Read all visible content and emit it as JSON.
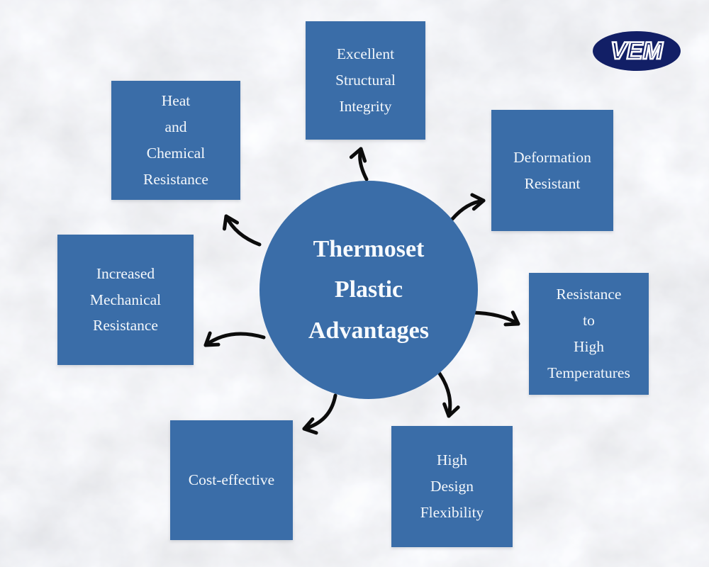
{
  "center": {
    "label": "Thermoset\nPlastic\nAdvantages"
  },
  "nodes": [
    {
      "id": "excellent-structural-integrity",
      "label": "Excellent\nStructural\nIntegrity"
    },
    {
      "id": "deformation-resistant",
      "label": "Deformation\nResistant"
    },
    {
      "id": "resistance-to-high-temperatures",
      "label": "Resistance\nto\nHigh\nTemperatures"
    },
    {
      "id": "high-design-flexibility",
      "label": "High\nDesign\nFlexibility"
    },
    {
      "id": "cost-effective",
      "label": "Cost-effective"
    },
    {
      "id": "increased-mechanical-resistance",
      "label": "Increased\nMechanical\nResistance"
    },
    {
      "id": "heat-and-chemical-resistance",
      "label": "Heat\nand\nChemical\nResistance"
    }
  ],
  "logo": {
    "text": "VEM"
  },
  "colors": {
    "node_blue": "#3a6da8",
    "logo_navy": "#121f66",
    "arrow_black": "#0c0c0c",
    "label_text": "#f3f7fb",
    "background": "#fbfbfc"
  }
}
